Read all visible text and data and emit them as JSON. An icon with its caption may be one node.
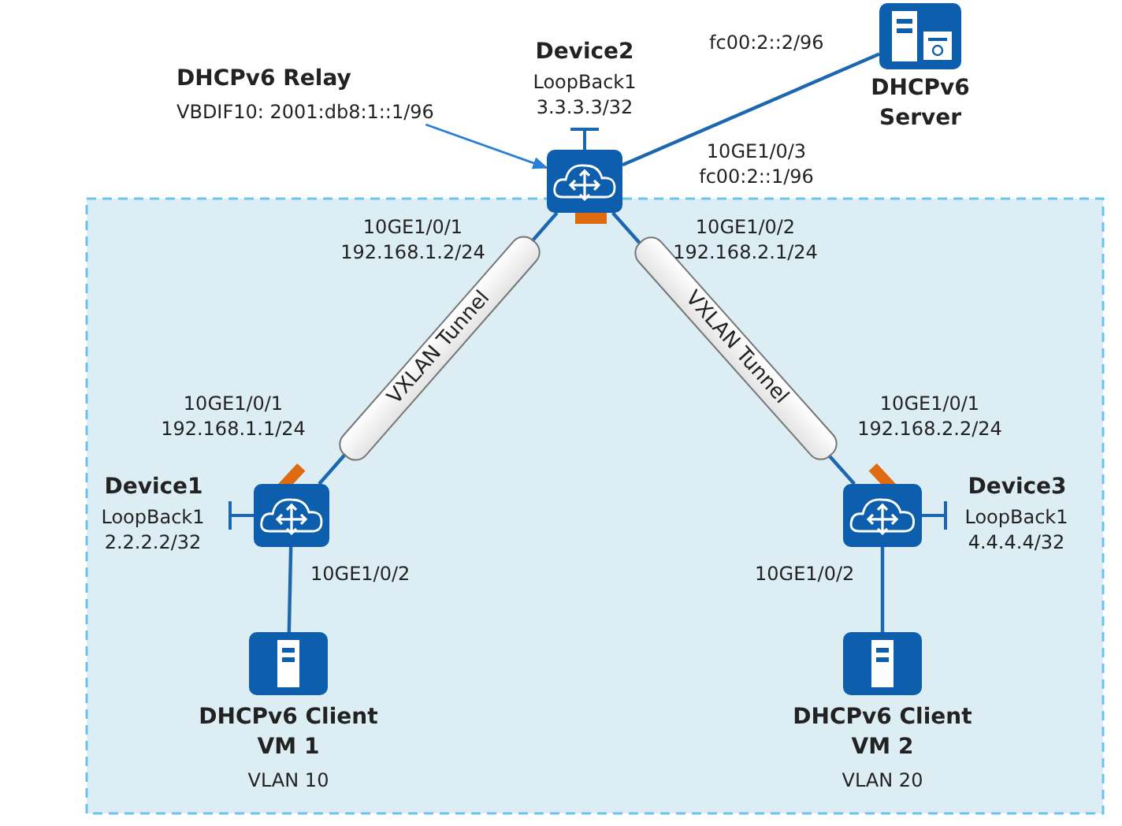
{
  "diagram": {
    "nodes": [
      {
        "text": [
          "Device2",
          "LoopBack1 3.3.3.3/32"
        ]
      },
      {
        "text": [
          "DHCPv6 Server"
        ]
      },
      {
        "text": [
          "Device1",
          "LoopBack1 2.2.2.2/32"
        ]
      },
      {
        "text": [
          "Device3",
          "LoopBack1 4.4.4.4/32"
        ]
      },
      {
        "text": [
          "DHCPv6 Client VM 1",
          "VLAN 10"
        ]
      },
      {
        "text": [
          "DHCPv6 Client VM 2",
          "VLAN 20"
        ]
      },
      {
        "text": [
          "DHCPv6 Relay",
          "VBDIF10: 2001:db8:1::1/96"
        ]
      }
    ],
    "edges": [
      {
        "from": 6,
        "to": 0,
        "arrow": "to"
      },
      {
        "from": 0,
        "to": 1,
        "arrow": "none"
      },
      {
        "from": 0,
        "to": 2,
        "arrow": "none",
        "label": "VXLAN Tunnel"
      },
      {
        "from": 0,
        "to": 3,
        "arrow": "none",
        "label": "VXLAN Tunnel"
      },
      {
        "from": 2,
        "to": 4,
        "arrow": "none"
      },
      {
        "from": 3,
        "to": 5,
        "arrow": "none"
      }
    ],
    "labels": [
      "fc00:2::2/96",
      "10GE1/0/3 fc00:2::1/96",
      "10GE1/0/1 192.168.1.2/24",
      "10GE1/0/2 192.168.2.1/24",
      "10GE1/0/1 192.168.1.1/24",
      "10GE1/0/1 192.168.2.2/24",
      "10GE1/0/2",
      "10GE1/0/2"
    ]
  }
}
